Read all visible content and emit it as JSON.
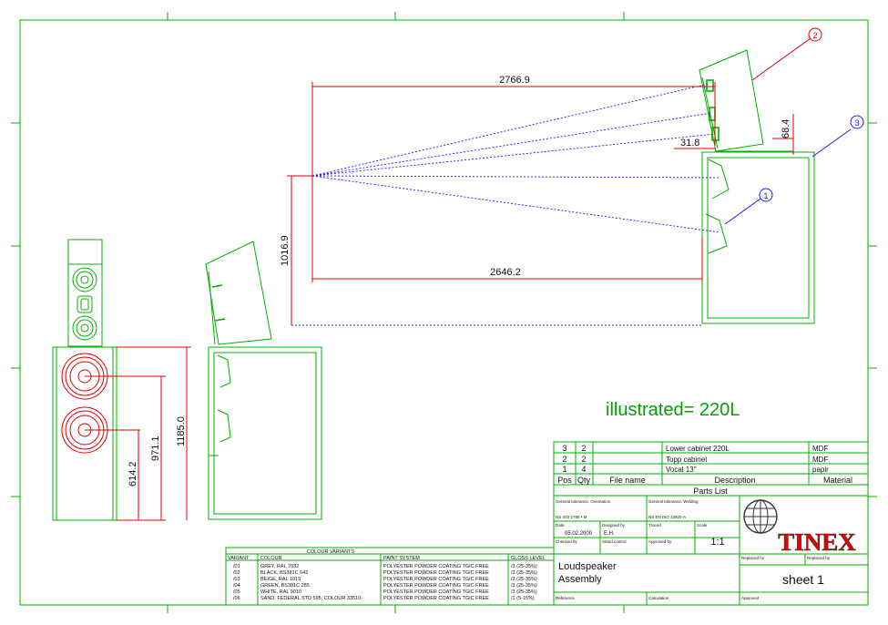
{
  "drawing": {
    "illustrated_label": "illustrated= 220L",
    "dimensions": {
      "throw_top": "2766.9",
      "throw_bottom": "2646.2",
      "height_listen": "1016.9",
      "offset_a": "31.8",
      "offset_b": "68.4",
      "front_total": "1185.0",
      "front_upper": "971.1",
      "front_lower": "614.2"
    },
    "balloons": [
      "1",
      "2",
      "3"
    ],
    "colors": {
      "geometry": "#00b000",
      "dimension": "#e00000",
      "sightline": "#1a1aff"
    }
  },
  "parts_list": {
    "title": "Parts List",
    "headers": [
      "Pos",
      "Qty",
      "File name",
      "Description",
      "Material"
    ],
    "rows": [
      {
        "pos": "3",
        "qty": "2",
        "file": "",
        "description": "Lower cabinet 220L",
        "material": "MDF"
      },
      {
        "pos": "2",
        "qty": "2",
        "file": "",
        "description": "Topp cabinet",
        "material": "MDF"
      },
      {
        "pos": "1",
        "qty": "4",
        "file": "",
        "description": "Vocal 13\"",
        "material": "papir"
      }
    ]
  },
  "title_block": {
    "general_tol_orientation": "General tolerance, Orientation",
    "general_tol_welding": "General tolerance, Welding",
    "std_a": "NS ISO 2768 • M",
    "std_b": "NS EN ISO 13920-A",
    "date_label": "Date",
    "date_value": "05.02.2000",
    "designed_label": "Designed by",
    "designed_value": "E.H.",
    "traced_label": "Traced",
    "scale_label": "Scale",
    "scale_value": "1:1",
    "checked_label": "Checked by",
    "standard_label": "Stand.control",
    "approved_label": "Approved by",
    "title": [
      "Loudspeaker",
      "Assembly"
    ],
    "reference_label": "Reference",
    "calculation_label": "Calculation",
    "replaced_for_label": "Replaced for",
    "replaced_by_label": "Replaced by",
    "sheet": "sheet 1",
    "approved_label2": "Approved",
    "company": "TINEX"
  },
  "colour_variants": {
    "title": "COLOUR VARIANTS",
    "headers": [
      "VARIANT",
      "COLOUR",
      "PAINT SYSTEM",
      "GLOSS LEVEL"
    ],
    "rows": [
      {
        "variant": "/01",
        "colour": "GREY, RAL 7032",
        "paint": "POLYESTER POWDER COATING TGIC FREE",
        "gloss": "/3 (25-35%)"
      },
      {
        "variant": "/02",
        "colour": "BLACK, BS381C 642",
        "paint": "POLYESTER POWDER COATING TGIC FREE",
        "gloss": "/3 (25-35%)"
      },
      {
        "variant": "/03",
        "colour": "BEIGE, RAL 1019",
        "paint": "POLYESTER POWDER COATING TGIC FREE",
        "gloss": "/3 (25-35%)"
      },
      {
        "variant": "/04",
        "colour": "GREEN, BS381C 285",
        "paint": "POLYESTER POWDER COATING TGIC FREE",
        "gloss": "/3 (25-35%)"
      },
      {
        "variant": "/05",
        "colour": "WHITE, RAL 9010",
        "paint": "POLYESTER POWDER COATING TGIC FREE",
        "gloss": "/3 (25-35%)"
      },
      {
        "variant": "/06",
        "colour": "SAND, FEDERAL STD 595, COLOUR 33510",
        "paint": "POLYESTER POWDER COATING TGIC FREE",
        "gloss": "/1 (5-15%)"
      }
    ]
  }
}
